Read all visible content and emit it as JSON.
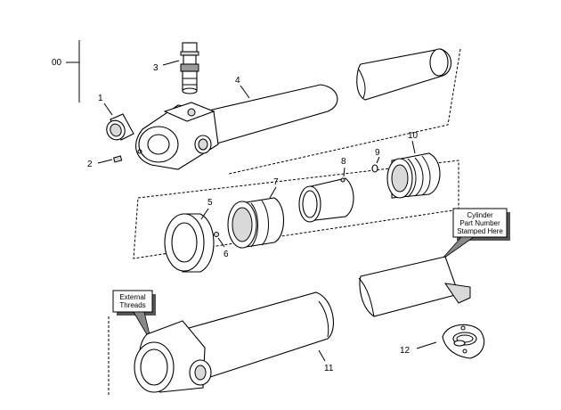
{
  "labels": {
    "assembly": "00",
    "bushing": "1",
    "fitting": "2",
    "valve": "3",
    "barrel": "4",
    "gland": "5",
    "gland_screw": "6",
    "piston_ring": "7",
    "spacer": "8",
    "wiper_pin": "9",
    "piston": "10",
    "rod": "11",
    "seal_kit": "12"
  },
  "callouts": {
    "external_threads": [
      "External",
      "Threads"
    ],
    "cylinder_part_number": [
      "Cylinder",
      "Part Number",
      "Stamped Here"
    ]
  }
}
